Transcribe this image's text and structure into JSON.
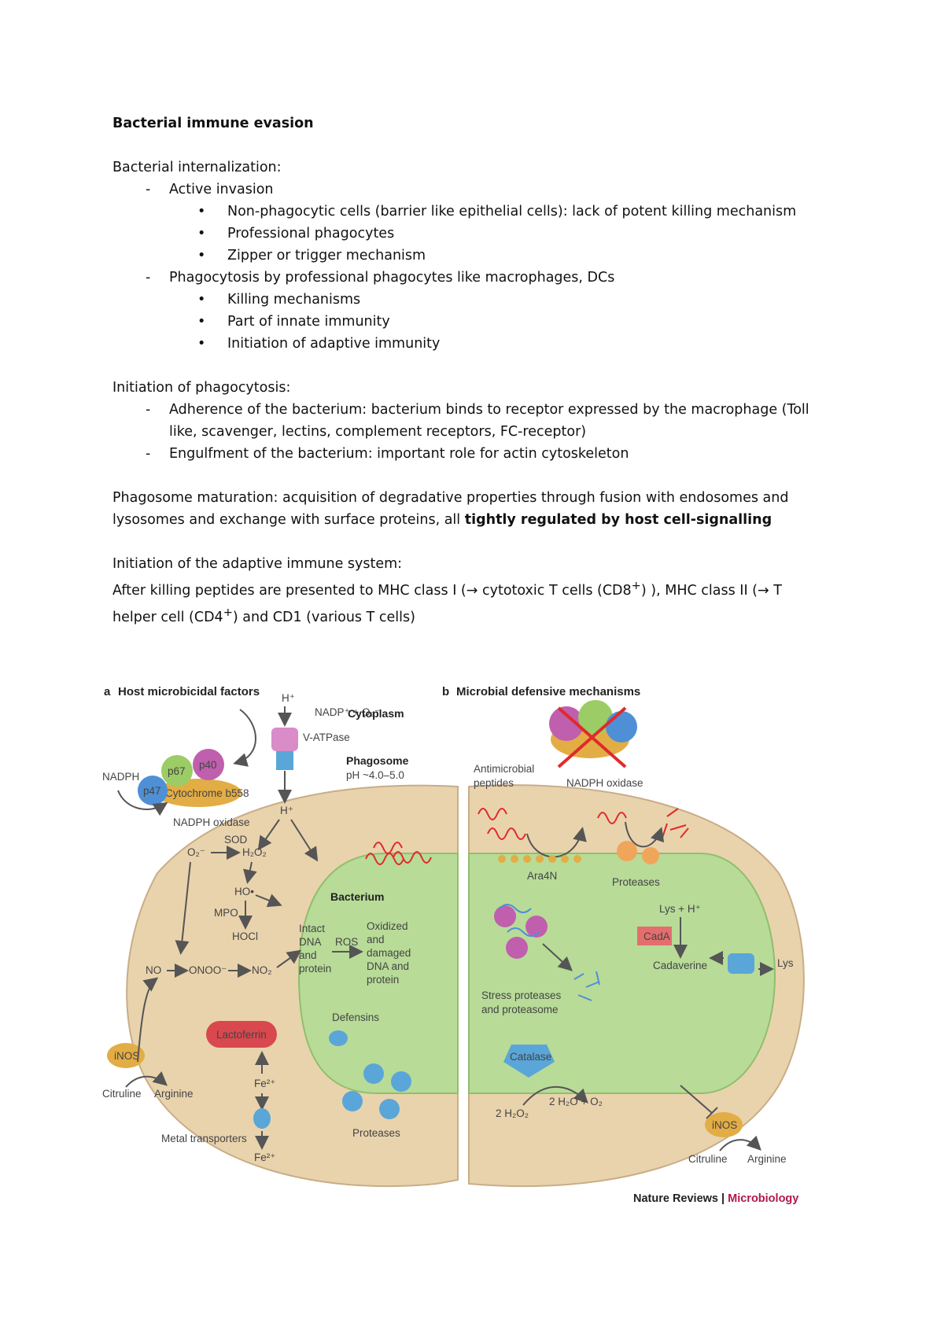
{
  "doc": {
    "title": "Bacterial immune evasion",
    "internalization": {
      "heading": "Bacterial internalization:",
      "active_invasion": "Active invasion",
      "active_items": [
        "Non-phagocytic cells (barrier like epithelial cells): lack of potent killing mechanism",
        "Professional phagocytes",
        "Zipper or trigger mechanism"
      ],
      "phagocytosis": "Phagocytosis by professional phagocytes like macrophages, DCs",
      "phagocytosis_items": [
        "Killing mechanisms",
        "Part of innate immunity",
        "Initiation of adaptive immunity"
      ]
    },
    "initiation": {
      "heading": "Initiation of phagocytosis:",
      "adherence_line1": "Adherence of the bacterium: bacterium binds to receptor expressed by the macrophage (Toll",
      "adherence_line2": "like, scavenger, lectins, complement receptors, FC-receptor)",
      "engulfment": "Engulfment of the bacterium: important role for actin cytoskeleton"
    },
    "maturation": {
      "line1": "Phagosome maturation: acquisition of degradative properties through fusion with endosomes and",
      "line2_plain": "lysosomes and exchange with surface proteins, all ",
      "line2_bold": "tightly regulated by host cell-signalling"
    },
    "adaptive": {
      "heading": "Initiation of the adaptive immune system:",
      "line1_a": "After killing peptides are presented to MHC class I (",
      "arrow": "→",
      "line1_b": " cytotoxic T cells (CD8",
      "sup_plus": "+",
      "line1_c": ") ), MHC class II (",
      "line1_d": " T",
      "line2_a": "helper cell (CD4",
      "line2_b": ") and CD1 (various T cells)"
    }
  },
  "figure": {
    "panel_a": {
      "letter": "a",
      "title": "Host microbicidal factors",
      "labels": {
        "nadp": "NADP⁺ + O₂⁻",
        "nadph": "NADPH",
        "p67": "p67",
        "p40": "p40",
        "p47": "p47",
        "cytochrome": "Cytochrome b558",
        "nadph_oxidase": "NADPH oxidase",
        "h_plus": "H⁺",
        "v_atpase": "V-ATPase",
        "cytoplasm": "Cytoplasm",
        "phagosome": "Phagosome",
        "ph": "pH ~4.0–5.0",
        "sod": "SOD",
        "o2": "O₂⁻",
        "h2o2": "H₂O₂",
        "ho": "HO•",
        "mpo": "MPO",
        "hocl": "HOCl",
        "no": "NO",
        "onoo": "ONOO⁻",
        "no2": "NO₂",
        "bacterium": "Bacterium",
        "intact": [
          "Intact",
          "DNA",
          "and",
          "protein"
        ],
        "ros": "ROS",
        "oxidized": [
          "Oxidized",
          "and",
          "damaged",
          "DNA and",
          "protein"
        ],
        "defensins": "Defensins",
        "lactoferrin": "Lactoferrin",
        "inos": "iNOS",
        "citrulline": "Citruline",
        "arginine": "Arginine",
        "fe1": "Fe²⁺",
        "fe2": "Fe²⁺",
        "metal": "Metal transporters",
        "proteases": "Proteases"
      }
    },
    "panel_b": {
      "letter": "b",
      "title": "Microbial defensive mechanisms",
      "labels": {
        "antimicrobial": [
          "Antimicrobial",
          "peptides"
        ],
        "nadph_oxidase": "NADPH oxidase",
        "ara4n": "Ara4N",
        "proteases": "Proteases",
        "lys_h": "Lys + H⁺",
        "cada": "CadA",
        "cadaverine": "Cadaverine",
        "lys": "Lys",
        "stress": [
          "Stress proteases",
          "and proteasome"
        ],
        "catalase": "Catalase",
        "h2o2": "2 H₂O₂",
        "h2o_o2": "2 H₂O + O₂",
        "inos": "iNOS",
        "citrulline": "Citruline",
        "arginine": "Arginine"
      }
    },
    "credit": {
      "journal": "Nature Reviews",
      "separator": " | ",
      "section": "Microbiology"
    }
  },
  "colors": {
    "cell_fill": "#e9d3ad",
    "bacterium_fill": "#b8db98",
    "red_peptide": "#e02a2a",
    "inos_fill": "#e3ad45",
    "credit_section": "#b3174a"
  }
}
